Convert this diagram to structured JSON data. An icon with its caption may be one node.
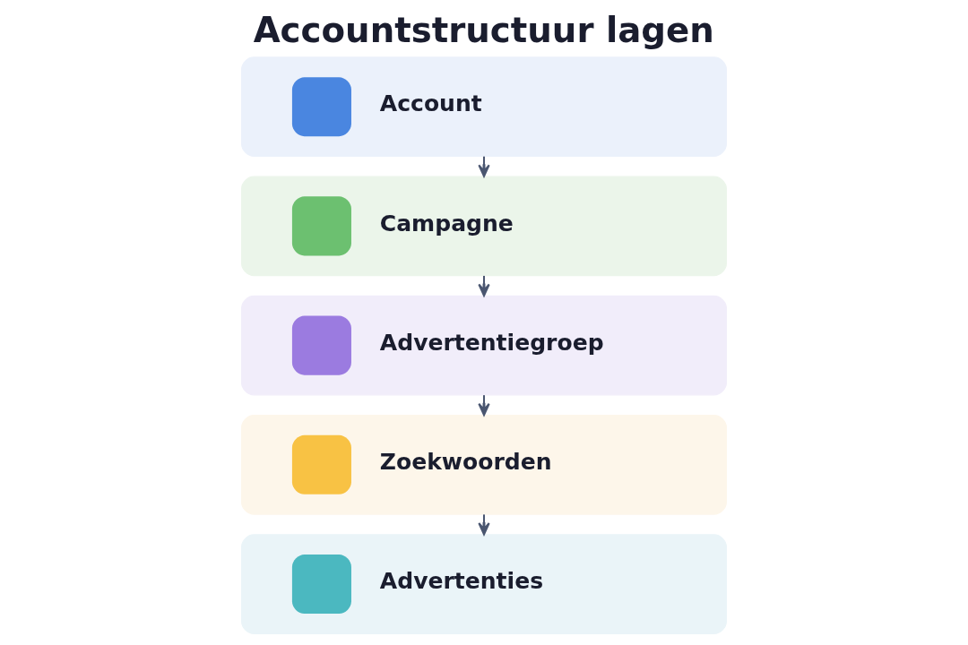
{
  "diagram": {
    "title": "Accountstructuur lagen",
    "nodes": [
      {
        "text": [
          "Account"
        ]
      },
      {
        "text": [
          "Campagne"
        ]
      },
      {
        "text": [
          "Advertentiegroep"
        ]
      },
      {
        "text": [
          "Zoekwoorden"
        ]
      },
      {
        "text": [
          "Advertenties"
        ]
      }
    ],
    "edges": [
      {
        "from": 0,
        "to": 1,
        "arrow": "to"
      },
      {
        "from": 1,
        "to": 2,
        "arrow": "to"
      },
      {
        "from": 2,
        "to": 3,
        "arrow": "to"
      },
      {
        "from": 3,
        "to": 4,
        "arrow": "to"
      }
    ]
  }
}
